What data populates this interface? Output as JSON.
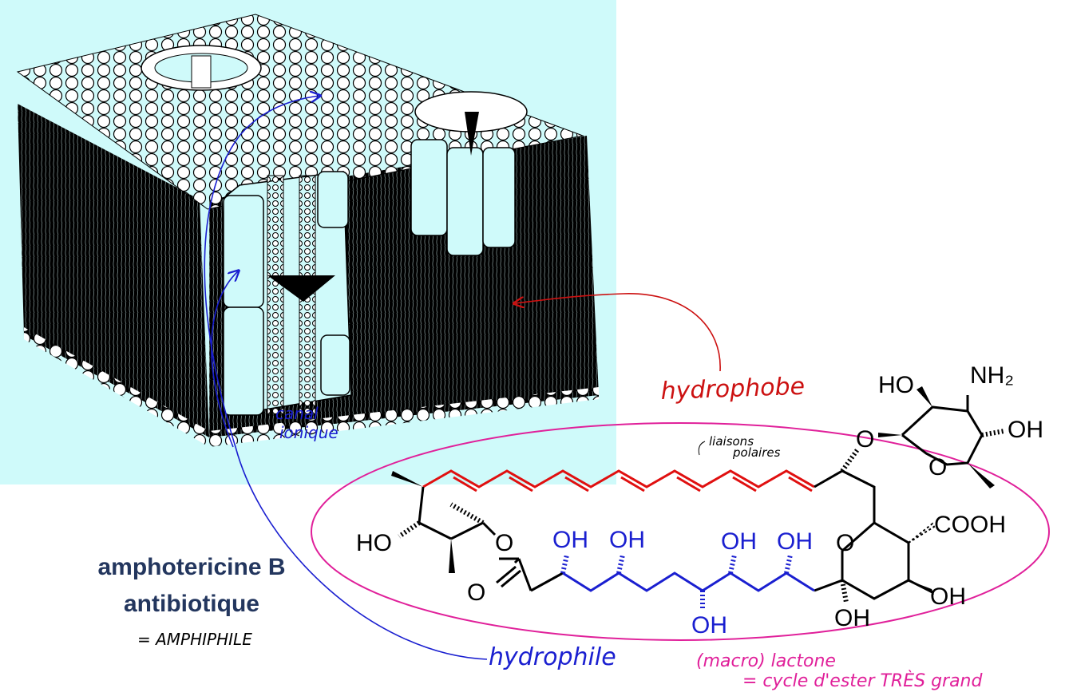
{
  "figure": {
    "title": "amphotericine B",
    "subtitle": "antibiotique",
    "handnote_amphiphile": "= AMPHIPHILE"
  },
  "annotations": {
    "hydrophobe": "hydrophobe",
    "hydrophile": "hydrophile",
    "canal_ionique_line1": "canal",
    "canal_ionique_line2": "ionique",
    "liaisons_line1": "liaisons",
    "liaisons_line2": "polaires",
    "lactone_line1": "(macro) lactone",
    "lactone_line2": "= cycle d'ester TRÈS grand"
  },
  "molecule": {
    "labels": {
      "ho_sugar": "HO",
      "nh2": "NH₂",
      "oh_sugar": "OH",
      "o_glyco": "O",
      "o_ring_sugar": "O",
      "cooh": "COOH",
      "o_ring_mac": "O",
      "oh_mac_ring": "OH",
      "oh_hemi": "OH",
      "ho_left": "HO",
      "o_ester": "O",
      "o_carbonyl": "O",
      "oh_1": "OH",
      "oh_2": "OH",
      "oh_3": "OH",
      "oh_4": "OH",
      "oh_5": "OH"
    }
  },
  "colors": {
    "membrane_bg": "#cffafa",
    "hydrophobe": "#cc1111",
    "hydrophile": "#1a1fd0",
    "lactone": "#e0209a",
    "caption": "#23365e"
  }
}
